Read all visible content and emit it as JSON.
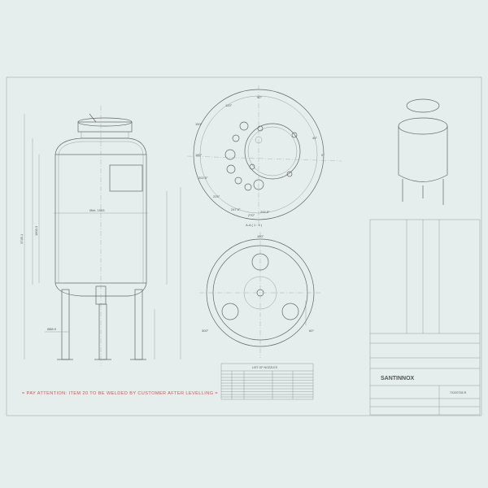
{
  "drawing": {
    "attention_note": "= PAY ATTENTION: ITEM 20 TO BE WELDED BY CUSTOMER AFTER LEVELLING =",
    "elevation": {
      "inner_diameter_label": "Øint. 1553",
      "height_label_total": "3745.1",
      "height_label_shell": "1800.3",
      "leg_label": "Ø88.9"
    },
    "top_view": {
      "angle_top": "90°",
      "angle_right": "0°",
      "angle_left": "180°",
      "angle_bottom": "270°",
      "angle_labels": [
        "120°",
        "150°",
        "202.5°",
        "225°",
        "247.5°",
        "292.5°",
        "45°"
      ],
      "section_label": "A-A ( 1 : 5 )"
    },
    "section": {
      "angle_top": "180°",
      "angle_left": "300°",
      "angle_right": "60°"
    },
    "nozzle_table": {
      "title": "LIST OF NOZZLES",
      "rows": 9
    },
    "title_block": {
      "company": "SANTINNOX",
      "drawing_no": "7X220728-R"
    }
  }
}
